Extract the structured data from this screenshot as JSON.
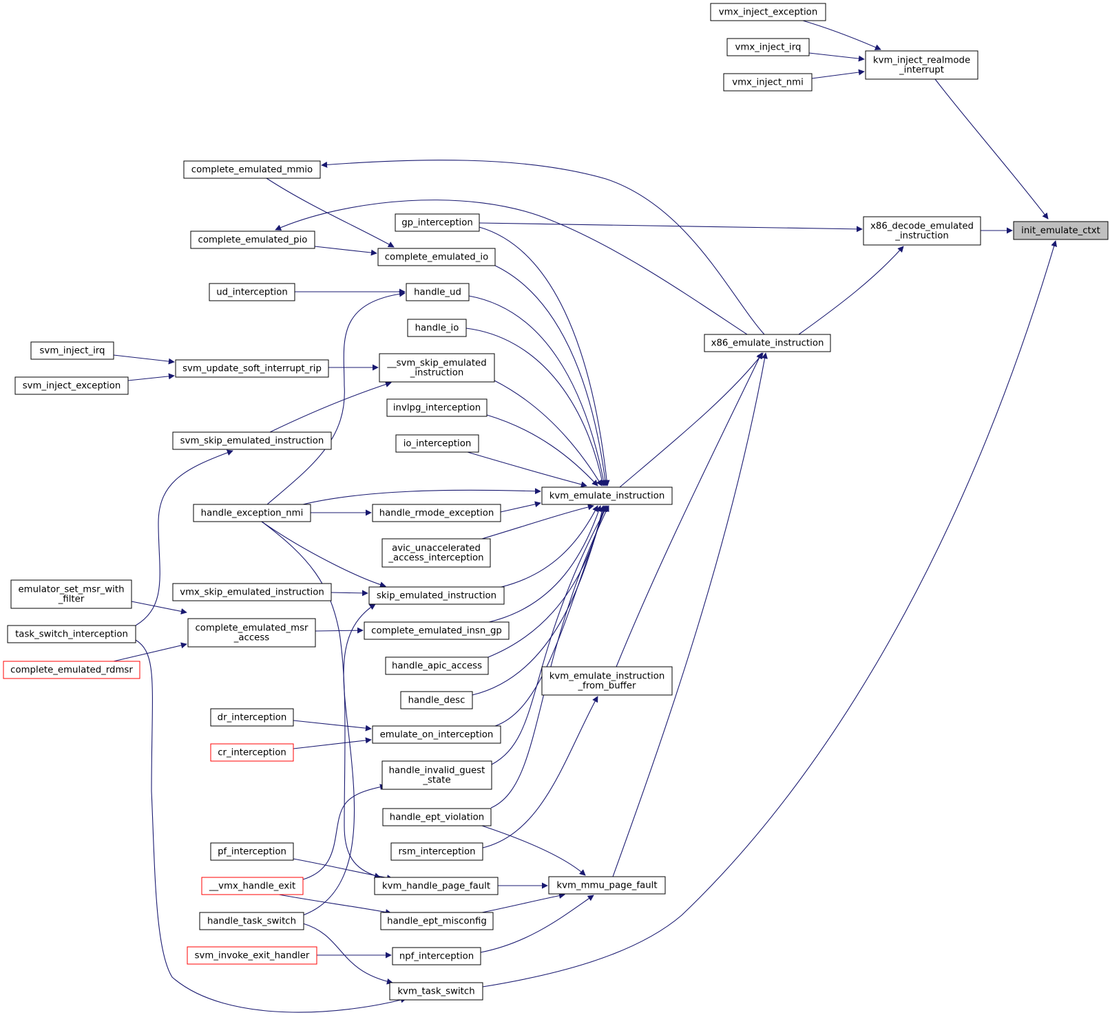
{
  "colors": {
    "edge": "#191970",
    "node_border": "#000000",
    "node_border_missing": "#ff0000",
    "root_fill": "#bfbfbf",
    "background": "#ffffff"
  },
  "nodes": [
    {
      "id": "init_emulate_ctxt",
      "lines": [
        "init_emulate_ctxt"
      ],
      "style": "root"
    },
    {
      "id": "kvm_inject_realmode_interrupt",
      "lines": [
        "kvm_inject_realmode",
        "_interrupt"
      ]
    },
    {
      "id": "x86_decode_emulated_instruction",
      "lines": [
        "x86_decode_emulated",
        "_instruction"
      ]
    },
    {
      "id": "vmx_inject_exception",
      "lines": [
        "vmx_inject_exception"
      ]
    },
    {
      "id": "vmx_inject_irq",
      "lines": [
        "vmx_inject_irq"
      ]
    },
    {
      "id": "vmx_inject_nmi",
      "lines": [
        "vmx_inject_nmi"
      ]
    },
    {
      "id": "x86_emulate_instruction",
      "lines": [
        "x86_emulate_instruction"
      ]
    },
    {
      "id": "gp_interception",
      "lines": [
        "gp_interception"
      ]
    },
    {
      "id": "kvm_emulate_instruction",
      "lines": [
        "kvm_emulate_instruction"
      ]
    },
    {
      "id": "kvm_emulate_instruction_from_buffer",
      "lines": [
        "kvm_emulate_instruction",
        "_from_buffer"
      ]
    },
    {
      "id": "kvm_mmu_page_fault",
      "lines": [
        "kvm_mmu_page_fault"
      ]
    },
    {
      "id": "complete_emulated_mmio",
      "lines": [
        "complete_emulated_mmio"
      ]
    },
    {
      "id": "complete_emulated_pio",
      "lines": [
        "complete_emulated_pio"
      ]
    },
    {
      "id": "complete_emulated_io",
      "lines": [
        "complete_emulated_io"
      ]
    },
    {
      "id": "handle_ud",
      "lines": [
        "handle_ud"
      ]
    },
    {
      "id": "ud_interception",
      "lines": [
        "ud_interception"
      ]
    },
    {
      "id": "handle_io",
      "lines": [
        "handle_io"
      ]
    },
    {
      "id": "svm_skip_emulated_instruction_internal",
      "lines": [
        "__svm_skip_emulated",
        "_instruction"
      ]
    },
    {
      "id": "svm_update_soft_interrupt_rip",
      "lines": [
        "svm_update_soft_interrupt_rip"
      ]
    },
    {
      "id": "svm_inject_irq",
      "lines": [
        "svm_inject_irq"
      ]
    },
    {
      "id": "svm_inject_exception",
      "lines": [
        "svm_inject_exception"
      ]
    },
    {
      "id": "invlpg_interception",
      "lines": [
        "invlpg_interception"
      ]
    },
    {
      "id": "svm_skip_emulated_instruction",
      "lines": [
        "svm_skip_emulated_instruction"
      ]
    },
    {
      "id": "io_interception",
      "lines": [
        "io_interception"
      ]
    },
    {
      "id": "handle_exception_nmi",
      "lines": [
        "handle_exception_nmi"
      ]
    },
    {
      "id": "handle_rmode_exception",
      "lines": [
        "handle_rmode_exception"
      ]
    },
    {
      "id": "avic_unaccelerated_access_interception",
      "lines": [
        "avic_unaccelerated",
        "_access_interception"
      ]
    },
    {
      "id": "vmx_skip_emulated_instruction",
      "lines": [
        "vmx_skip_emulated_instruction"
      ]
    },
    {
      "id": "skip_emulated_instruction",
      "lines": [
        "skip_emulated_instruction"
      ]
    },
    {
      "id": "emulator_set_msr_with_filter",
      "lines": [
        "emulator_set_msr_with",
        "_filter"
      ]
    },
    {
      "id": "task_switch_interception",
      "lines": [
        "task_switch_interception"
      ]
    },
    {
      "id": "complete_emulated_msr_access",
      "lines": [
        "complete_emulated_msr",
        "_access"
      ]
    },
    {
      "id": "complete_emulated_insn_gp",
      "lines": [
        "complete_emulated_insn_gp"
      ]
    },
    {
      "id": "complete_emulated_rdmsr",
      "lines": [
        "complete_emulated_rdmsr"
      ],
      "style": "red"
    },
    {
      "id": "handle_apic_access",
      "lines": [
        "handle_apic_access"
      ]
    },
    {
      "id": "handle_desc",
      "lines": [
        "handle_desc"
      ]
    },
    {
      "id": "dr_interception",
      "lines": [
        "dr_interception"
      ]
    },
    {
      "id": "emulate_on_interception",
      "lines": [
        "emulate_on_interception"
      ]
    },
    {
      "id": "cr_interception",
      "lines": [
        "cr_interception"
      ],
      "style": "red"
    },
    {
      "id": "handle_invalid_guest_state",
      "lines": [
        "handle_invalid_guest",
        "_state"
      ]
    },
    {
      "id": "handle_ept_violation",
      "lines": [
        "handle_ept_violation"
      ]
    },
    {
      "id": "rsm_interception",
      "lines": [
        "rsm_interception"
      ]
    },
    {
      "id": "pf_interception",
      "lines": [
        "pf_interception"
      ]
    },
    {
      "id": "vmx_handle_exit",
      "lines": [
        "__vmx_handle_exit"
      ],
      "style": "red"
    },
    {
      "id": "kvm_handle_page_fault",
      "lines": [
        "kvm_handle_page_fault"
      ]
    },
    {
      "id": "handle_task_switch",
      "lines": [
        "handle_task_switch"
      ]
    },
    {
      "id": "handle_ept_misconfig",
      "lines": [
        "handle_ept_misconfig"
      ]
    },
    {
      "id": "svm_invoke_exit_handler",
      "lines": [
        "svm_invoke_exit_handler"
      ],
      "style": "red"
    },
    {
      "id": "npf_interception",
      "lines": [
        "npf_interception"
      ]
    },
    {
      "id": "kvm_task_switch",
      "lines": [
        "kvm_task_switch"
      ]
    }
  ],
  "edges": [
    {
      "from": "vmx_inject_exception",
      "to": "kvm_inject_realmode_interrupt"
    },
    {
      "from": "vmx_inject_irq",
      "to": "kvm_inject_realmode_interrupt"
    },
    {
      "from": "vmx_inject_nmi",
      "to": "kvm_inject_realmode_interrupt"
    },
    {
      "from": "kvm_inject_realmode_interrupt",
      "to": "init_emulate_ctxt"
    },
    {
      "from": "x86_decode_emulated_instruction",
      "to": "init_emulate_ctxt"
    },
    {
      "from": "kvm_task_switch",
      "to": "init_emulate_ctxt"
    },
    {
      "from": "gp_interception",
      "to": "x86_decode_emulated_instruction"
    },
    {
      "from": "x86_emulate_instruction",
      "to": "x86_decode_emulated_instruction"
    },
    {
      "from": "x86_emulate_instruction",
      "to": "complete_emulated_mmio"
    },
    {
      "from": "x86_emulate_instruction",
      "to": "complete_emulated_pio"
    },
    {
      "from": "kvm_emulate_instruction",
      "to": "x86_emulate_instruction"
    },
    {
      "from": "kvm_emulate_instruction_from_buffer",
      "to": "x86_emulate_instruction"
    },
    {
      "from": "kvm_mmu_page_fault",
      "to": "x86_emulate_instruction"
    },
    {
      "from": "complete_emulated_mmio",
      "to": "complete_emulated_io"
    },
    {
      "from": "complete_emulated_pio",
      "to": "complete_emulated_io"
    },
    {
      "from": "gp_interception",
      "to": "kvm_emulate_instruction"
    },
    {
      "from": "complete_emulated_io",
      "to": "kvm_emulate_instruction"
    },
    {
      "from": "handle_ud",
      "to": "kvm_emulate_instruction"
    },
    {
      "from": "handle_io",
      "to": "kvm_emulate_instruction"
    },
    {
      "from": "svm_skip_emulated_instruction_internal",
      "to": "kvm_emulate_instruction"
    },
    {
      "from": "invlpg_interception",
      "to": "kvm_emulate_instruction"
    },
    {
      "from": "io_interception",
      "to": "kvm_emulate_instruction"
    },
    {
      "from": "handle_exception_nmi",
      "to": "kvm_emulate_instruction"
    },
    {
      "from": "handle_rmode_exception",
      "to": "kvm_emulate_instruction"
    },
    {
      "from": "avic_unaccelerated_access_interception",
      "to": "kvm_emulate_instruction"
    },
    {
      "from": "skip_emulated_instruction",
      "to": "kvm_emulate_instruction"
    },
    {
      "from": "complete_emulated_insn_gp",
      "to": "kvm_emulate_instruction"
    },
    {
      "from": "handle_apic_access",
      "to": "kvm_emulate_instruction"
    },
    {
      "from": "handle_desc",
      "to": "kvm_emulate_instruction"
    },
    {
      "from": "emulate_on_interception",
      "to": "kvm_emulate_instruction"
    },
    {
      "from": "handle_invalid_guest_state",
      "to": "kvm_emulate_instruction"
    },
    {
      "from": "handle_ept_violation",
      "to": "kvm_emulate_instruction"
    },
    {
      "from": "ud_interception",
      "to": "handle_ud"
    },
    {
      "from": "handle_exception_nmi",
      "to": "handle_ud"
    },
    {
      "from": "svm_skip_emulated_instruction",
      "to": "svm_skip_emulated_instruction_internal"
    },
    {
      "from": "svm_update_soft_interrupt_rip",
      "to": "svm_skip_emulated_instruction_internal"
    },
    {
      "from": "svm_inject_irq",
      "to": "svm_update_soft_interrupt_rip"
    },
    {
      "from": "svm_inject_exception",
      "to": "svm_update_soft_interrupt_rip"
    },
    {
      "from": "task_switch_interception",
      "to": "svm_skip_emulated_instruction"
    },
    {
      "from": "handle_exception_nmi",
      "to": "handle_rmode_exception"
    },
    {
      "from": "handle_exception_nmi",
      "to": "skip_emulated_instruction"
    },
    {
      "from": "vmx_skip_emulated_instruction",
      "to": "skip_emulated_instruction"
    },
    {
      "from": "handle_task_switch",
      "to": "skip_emulated_instruction"
    },
    {
      "from": "complete_emulated_msr_access",
      "to": "complete_emulated_insn_gp"
    },
    {
      "from": "emulator_set_msr_with_filter",
      "to": "complete_emulated_msr_access"
    },
    {
      "from": "complete_emulated_rdmsr",
      "to": "complete_emulated_msr_access"
    },
    {
      "from": "dr_interception",
      "to": "emulate_on_interception"
    },
    {
      "from": "cr_interception",
      "to": "emulate_on_interception"
    },
    {
      "from": "vmx_handle_exit",
      "to": "handle_invalid_guest_state"
    },
    {
      "from": "rsm_interception",
      "to": "kvm_emulate_instruction_from_buffer"
    },
    {
      "from": "handle_ept_violation",
      "to": "kvm_mmu_page_fault"
    },
    {
      "from": "kvm_handle_page_fault",
      "to": "kvm_mmu_page_fault"
    },
    {
      "from": "handle_ept_misconfig",
      "to": "kvm_mmu_page_fault"
    },
    {
      "from": "npf_interception",
      "to": "kvm_mmu_page_fault"
    },
    {
      "from": "pf_interception",
      "to": "kvm_handle_page_fault"
    },
    {
      "from": "handle_exception_nmi",
      "to": "kvm_handle_page_fault"
    },
    {
      "from": "vmx_handle_exit",
      "to": "handle_ept_misconfig"
    },
    {
      "from": "svm_invoke_exit_handler",
      "to": "npf_interception"
    },
    {
      "from": "handle_task_switch",
      "to": "kvm_task_switch"
    },
    {
      "from": "task_switch_interception",
      "to": "kvm_task_switch"
    }
  ]
}
